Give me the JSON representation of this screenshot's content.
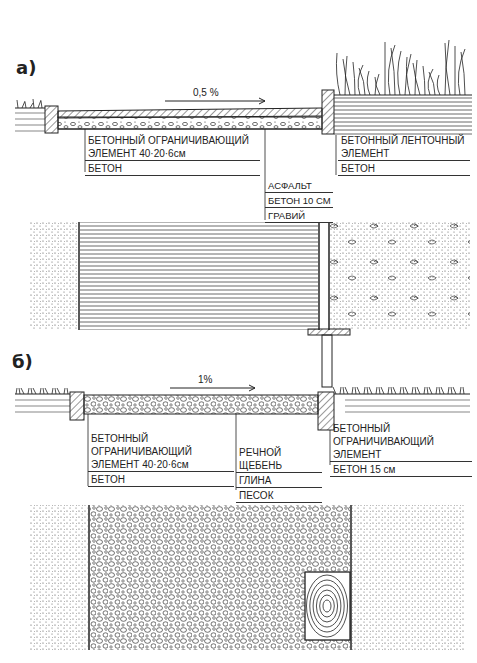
{
  "diagram": {
    "labels": [
      "а)",
      "0,5 %",
      "БЕТОННЫЙ ОГРАНИЧИВАЮЩИЙ ЭЛЕМЕНТ 40·20·6см",
      "БЕТОН",
      "БЕТОННЫЙ ЛЕНТОЧНЫЙ ЭЛЕМЕНТ",
      "БЕТОН",
      "АСФАЛЬТ",
      "БЕТОН 10 СМ",
      "ГРАВИЙ",
      "б)",
      "1%",
      "БЕТОННЫЙ ОГРАНИЧИВАЮЩИЙ ЭЛЕМЕНТ 40·20·6см",
      "БЕТОН",
      "РЕЧНОЙ ЩЕБЕНЬ",
      "ГЛИНА",
      "ПЕСОК",
      "БЕТОННЫЙ ОГРАНИЧИВАЮЩИЙ ЭЛЕМЕНТ",
      "БЕТОН 15 см"
    ]
  }
}
